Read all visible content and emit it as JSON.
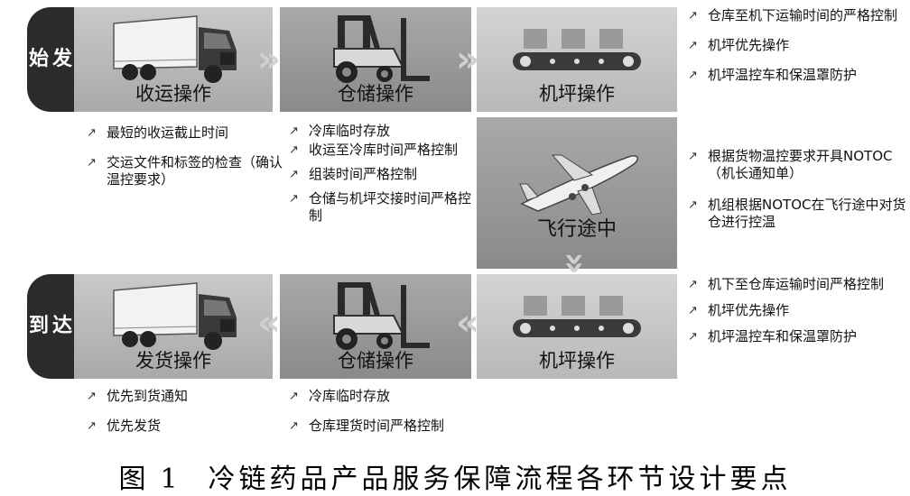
{
  "depart": {
    "tab_chars": [
      "始",
      "发"
    ],
    "steps": [
      {
        "label": "收运操作",
        "icon": "truck-icon"
      },
      {
        "label": "仓储操作",
        "icon": "forklift-icon"
      },
      {
        "label": "机坪操作",
        "icon": "conveyor-icon"
      }
    ],
    "notes_ramp": [
      "仓库至机下运输时间的严格控制",
      "机坪优先操作",
      "机坪温控车和保温罩防护"
    ],
    "notes_pickup": [
      "最短的收运截止时间",
      "交运文件和标签的检查（确认温控要求）"
    ],
    "notes_storage": [
      "冷库临时存放",
      "收运至冷库时间严格控制",
      "组装时间严格控制",
      "仓储与机坪交接时间严格控制"
    ]
  },
  "flight": {
    "label": "飞行途中",
    "icon": "airplane-icon",
    "notes": [
      "根据货物温控要求开具NOTOC（机长通知单）",
      "机组根据NOTOC在飞行途中对货仓进行控温"
    ]
  },
  "arrive": {
    "tab_chars": [
      "到",
      "达"
    ],
    "steps": [
      {
        "label": "发货操作",
        "icon": "truck-icon"
      },
      {
        "label": "仓储操作",
        "icon": "forklift-icon"
      },
      {
        "label": "机坪操作",
        "icon": "conveyor-icon"
      }
    ],
    "notes_ramp": [
      "机下至仓库运输时间严格控制",
      "机坪优先操作",
      "机坪温控车和保温罩防护"
    ],
    "notes_delivery": [
      "优先到货通知",
      "优先发货"
    ],
    "notes_storage": [
      "冷库临时存放",
      "仓库理货时间严格控制"
    ]
  },
  "caption": {
    "prefix": "图",
    "number": "1",
    "text": "冷链药品产品服务保障流程各环节设计要点"
  },
  "marker": "↗"
}
